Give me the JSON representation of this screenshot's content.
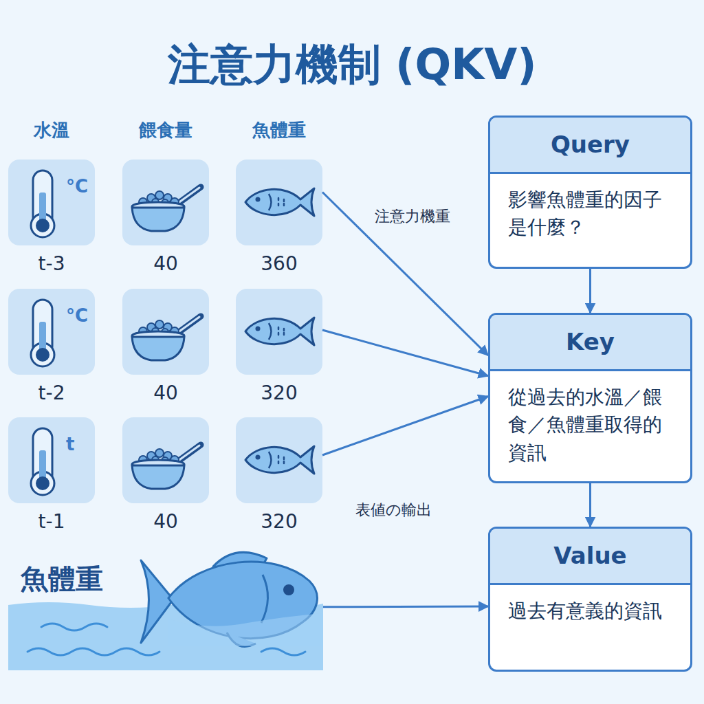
{
  "diagram": {
    "title": "注意力機制 (QKV)",
    "nodes": [
      {
        "text": [
          "°C",
          "t-3"
        ]
      },
      {
        "text": [
          "40"
        ]
      },
      {
        "text": [
          "360"
        ]
      },
      {
        "text": [
          "Query",
          "影響魚體重的因子是什麼？"
        ]
      },
      {
        "text": [
          "°C",
          "t-2"
        ]
      },
      {
        "text": [
          "40"
        ]
      },
      {
        "text": [
          "320"
        ]
      },
      {
        "text": [
          "Key",
          "從過去的水溫／餵食／魚體重取得的資訊"
        ]
      },
      {
        "text": [
          "t",
          "t-1"
        ]
      },
      {
        "text": [
          "40"
        ]
      },
      {
        "text": [
          "320"
        ]
      },
      {
        "text": [
          "魚體重"
        ]
      },
      {
        "text": [
          "Value",
          "過去有意義的資訊"
        ]
      }
    ],
    "edges": [
      {
        "from": 2,
        "to": 7,
        "arrow": "to"
      },
      {
        "from": 6,
        "to": 7,
        "arrow": "to"
      },
      {
        "from": 10,
        "to": 7,
        "arrow": "to"
      },
      {
        "from": 3,
        "to": 7,
        "arrow": "to"
      },
      {
        "from": 7,
        "to": 12,
        "arrow": "to"
      },
      {
        "from": 11,
        "to": 12,
        "arrow": "to"
      }
    ],
    "labels": [
      "水溫",
      "餵食量",
      "魚體重",
      "注意力機重",
      "表値の輸出"
    ]
  }
}
